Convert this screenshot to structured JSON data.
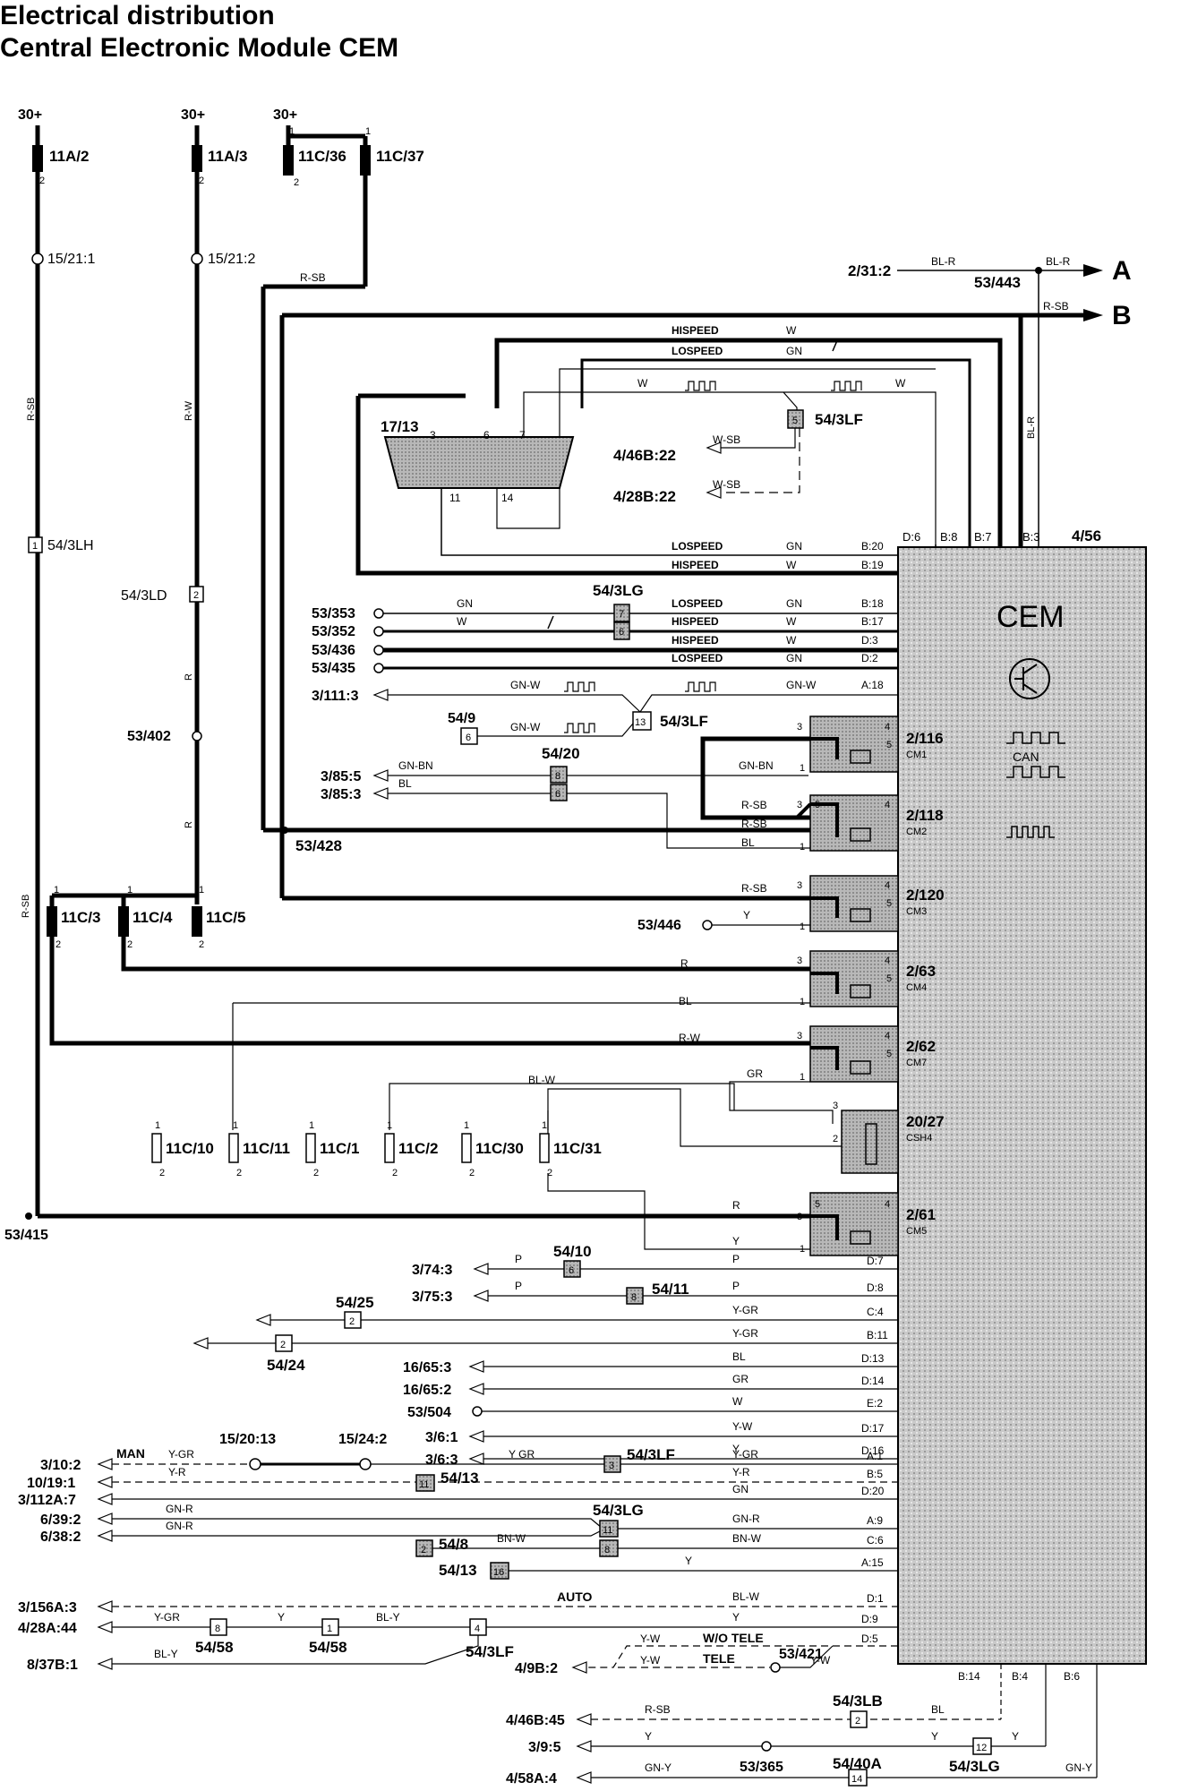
{
  "title": {
    "line1": "Electrical distribution",
    "line2": "Central Electronic Module CEM"
  },
  "cem": {
    "label": "CEM",
    "connector": "4/56",
    "can_label": "CAN",
    "pins_top": [
      {
        "pin": "D:6"
      },
      {
        "pin": "B:8"
      },
      {
        "pin": "B:7"
      },
      {
        "pin": "B:3"
      }
    ],
    "pins_bottom": [
      {
        "pin": "B:14"
      },
      {
        "pin": "B:4"
      },
      {
        "pin": "B:6"
      }
    ]
  },
  "outputs": [
    {
      "id": "A",
      "from": "2/31:2",
      "wire": "BL-R",
      "splice": "53/443",
      "wire2": "BL-R"
    },
    {
      "id": "B",
      "wire": "R-SB"
    }
  ],
  "supplies": [
    {
      "voltage": "30+",
      "fuse": "11A/2",
      "splice": "15/21:1",
      "wire": "R-SB",
      "relay": "54/3LH"
    },
    {
      "voltage": "30+",
      "fuse": "11A/3",
      "splice": "15/21:2",
      "wire": "R-W",
      "relay": "54/3LD",
      "ground": "53/402",
      "wire2": "R"
    },
    {
      "voltage": "30+",
      "fuse": "11C/36",
      "fuse2": "11C/37",
      "wire": "R-SB"
    }
  ],
  "obd": {
    "id": "17/13",
    "pins": [
      "3",
      "6",
      "7",
      "11",
      "14"
    ],
    "relay": "54/3LF",
    "relay_pin": "5",
    "wires": [
      {
        "label": "HISPEED",
        "color": "W"
      },
      {
        "label": "LOSPEED",
        "color": "GN"
      }
    ],
    "w_labels": [
      "W",
      "W"
    ],
    "outputs": [
      {
        "to": "4/46B:22",
        "wire": "W-SB"
      },
      {
        "to": "4/28B:22",
        "wire": "W-SB"
      }
    ]
  },
  "cem_rows": [
    {
      "label": "LOSPEED",
      "color": "GN",
      "pin": "B:20"
    },
    {
      "label": "HISPEED",
      "color": "W",
      "pin": "B:19"
    },
    {
      "label": "LOSPEED",
      "color": "GN",
      "pin": "B:18",
      "src": "53/353",
      "srcColor": "GN",
      "relayPin": "7"
    },
    {
      "label": "HISPEED",
      "color": "W",
      "pin": "B:17",
      "src": "53/352",
      "srcColor": "W",
      "relayPin": "6"
    },
    {
      "label": "HISPEED",
      "color": "W",
      "pin": "D:3",
      "src": "53/436"
    },
    {
      "label": "LOSPEED",
      "color": "GN",
      "pin": "D:2",
      "src": "53/435"
    }
  ],
  "relay_54_3LG_top": "54/3LG",
  "row_a18": {
    "to": "3/111:3",
    "wire": "GN-W",
    "wire2": "GN-W",
    "pin": "A:18",
    "relay": "54/3LF",
    "relayPin": "13"
  },
  "row_549": {
    "relay": "54/9",
    "relayPin": "6",
    "wire": "GN-W"
  },
  "row_5420": {
    "relay": "54/20",
    "pins": [
      "8",
      "6"
    ],
    "outputs": [
      {
        "to": "3/85:5",
        "wire": "GN-BN"
      },
      {
        "to": "3/85:3",
        "wire": "BL"
      }
    ],
    "wireIn": "GN-BN"
  },
  "splice_53428": "53/428",
  "cm_modules": [
    {
      "id": "2/116",
      "sub": "CM1",
      "wire": "GN-BN",
      "pins": [
        "3",
        "4",
        "5",
        "1"
      ]
    },
    {
      "id": "2/118",
      "sub": "CM2",
      "wires": [
        "R-SB",
        "R-SB",
        "BL"
      ],
      "pins": [
        "3",
        "5",
        "4",
        "1"
      ]
    },
    {
      "id": "2/120",
      "sub": "CM3",
      "wire": "R-SB",
      "wire2": "Y",
      "ground": "53/446",
      "pins": [
        "3",
        "4",
        "5",
        "1"
      ]
    },
    {
      "id": "2/63",
      "sub": "CM4",
      "wire": "R",
      "wire2": "BL",
      "pins": [
        "3",
        "4",
        "5",
        "1"
      ]
    },
    {
      "id": "2/62",
      "sub": "CM7",
      "wire": "R-W",
      "wire2": "GR",
      "pins": [
        "3",
        "4",
        "5",
        "1"
      ]
    },
    {
      "id": "20/27",
      "sub": "CSH4",
      "wire": "BL-W",
      "pins": [
        "3",
        "2"
      ]
    },
    {
      "id": "2/61",
      "sub": "CM5",
      "wire": "R",
      "wire2": "Y",
      "ground": "53/415",
      "pins": [
        "5",
        "4",
        "3",
        "1"
      ]
    }
  ],
  "fuses_11C": [
    "11C/3",
    "11C/4",
    "11C/5"
  ],
  "fuses_bottom": [
    "11C/10",
    "11C/11",
    "11C/1",
    "11C/2",
    "11C/30",
    "11C/31"
  ],
  "fuse_pins": [
    "1",
    "2"
  ],
  "bottom_rows": [
    {
      "left": "3/74:3",
      "leftWire": "P",
      "relay": "54/10",
      "relayPin": "6",
      "wire": "P",
      "pin": "D:7"
    },
    {
      "left": "3/75:3",
      "leftWire": "P",
      "relay": "54/11",
      "relayPin": "8",
      "wire": "P",
      "pin": "D:8"
    },
    {
      "relay": "54/25",
      "relayPin": "2",
      "wire": "Y-GR",
      "pin": "C:4"
    },
    {
      "relay": "54/24",
      "relayPin": "2",
      "wire": "Y-GR",
      "pin": "B:11"
    },
    {
      "left": "16/65:3",
      "wire": "BL",
      "pin": "D:13"
    },
    {
      "left": "16/65:2",
      "wire": "GR",
      "pin": "D:14"
    },
    {
      "left": "53/504",
      "wire": "W",
      "pin": "E:2"
    },
    {
      "left": "3/6:1",
      "wire": "Y-W",
      "pin": "D:17"
    },
    {
      "left": "3/6:3",
      "wire": "Y",
      "pin": "D:16"
    },
    {
      "left": "3/10:2",
      "man": "MAN",
      "leftWire": "Y-GR",
      "splice1": "15/20:13",
      "splice2": "15/24:2",
      "midWire": "Y GR",
      "relay": "54/3LF",
      "relayPin": "3",
      "wire": "Y-GR",
      "pin": "A:1"
    },
    {
      "left": "10/19:1",
      "leftWire": "Y-R",
      "relay": "54/13",
      "relayPin": "11",
      "wire": "Y-R",
      "pin": "B:5"
    },
    {
      "left": "3/112A:7",
      "wire": "GN",
      "pin": "D:20"
    },
    {
      "left": "6/39:2",
      "leftWire": "GN-R",
      "relay": "54/3LG",
      "relayPin": "11",
      "wire": "GN-R",
      "pin": "A:9"
    },
    {
      "left": "6/38:2",
      "leftWire": "GN-R"
    },
    {
      "relay": "54/8",
      "relayPin": "2",
      "wire1": "BN-W",
      "relayPin2": "8",
      "wire": "BN-W",
      "pin": "C:6"
    },
    {
      "relay": "54/13",
      "relayPin": "16",
      "wire": "Y",
      "pin": "A:15"
    },
    {
      "left": "3/156A:3",
      "auto": "AUTO",
      "wire": "BL-W",
      "pin": "D:1"
    },
    {
      "left": "4/28A:44",
      "leftWire": "Y-GR",
      "relay1": "54/58",
      "relay1Pin": "8",
      "relay2": "54/58",
      "relay2Pin": "1",
      "wY": "Y",
      "wBLY": "BL-Y",
      "relay": "54/3LF",
      "relayPin": "4",
      "wire": "Y",
      "pin": "D:9"
    },
    {
      "left": "8/37B:1",
      "leftWire": "BL-Y"
    },
    {
      "left": "4/9B:2",
      "tele1": "W/O TELE",
      "tele2": "TELE",
      "splice": "53/421",
      "wire1": "Y-W",
      "wire2": "Y-W",
      "wire3": "Y-W",
      "pin": "D:5"
    }
  ],
  "bottom_bus": [
    {
      "left": "4/46B:45",
      "wire": "R-SB",
      "relay": "54/3LB",
      "relayPin": "2",
      "wire2": "BL"
    },
    {
      "left": "3/9:5",
      "wire": "Y",
      "splice": "53/365",
      "relay": "54/3LG",
      "relayPin": "12",
      "wire2": "Y",
      "wire3": "Y"
    },
    {
      "left": "4/58A:4",
      "wire": "GN-Y",
      "relay": "54/40A",
      "relayPin": "14",
      "wire2": "GN-Y"
    }
  ]
}
